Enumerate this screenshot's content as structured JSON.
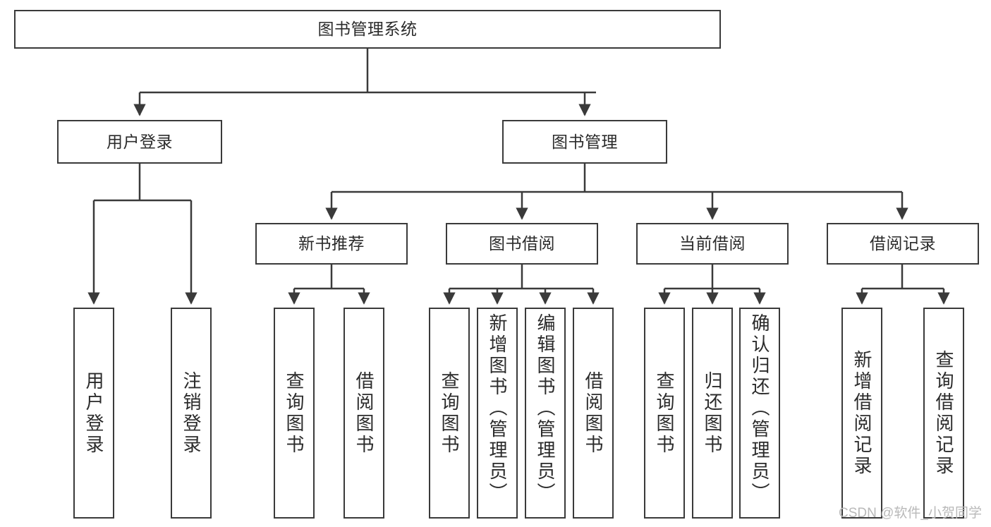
{
  "diagram": {
    "type": "tree",
    "title": "图书管理系统",
    "root": {
      "label": "图书管理系统"
    },
    "level2": [
      {
        "label": "用户登录"
      },
      {
        "label": "图书管理"
      }
    ],
    "level3": [
      {
        "label": "新书推荐"
      },
      {
        "label": "图书借阅"
      },
      {
        "label": "当前借阅"
      },
      {
        "label": "借阅记录"
      }
    ],
    "leaves": {
      "user_login": [
        {
          "label": "用户登录"
        },
        {
          "label": "注销登录"
        }
      ],
      "new_book": [
        {
          "label": "查询图书"
        },
        {
          "label": "借阅图书"
        }
      ],
      "book_borrow": [
        {
          "label": "查询图书"
        },
        {
          "label": "新增图书（管理员）"
        },
        {
          "label": "编辑图书（管理员）"
        },
        {
          "label": "借阅图书"
        }
      ],
      "current_borrow": [
        {
          "label": "查询图书"
        },
        {
          "label": "归还图书"
        },
        {
          "label": "确认归还（管理员）"
        }
      ],
      "borrow_record": [
        {
          "label": "新增借阅记录"
        },
        {
          "label": "查询借阅记录"
        }
      ]
    }
  },
  "watermark": {
    "text": "CSDN @软件_小贺同学"
  },
  "colors": {
    "stroke": "#3a3a3a",
    "text": "#2b2b2b",
    "background": "#ffffff",
    "watermark": "#b9b9b9"
  }
}
